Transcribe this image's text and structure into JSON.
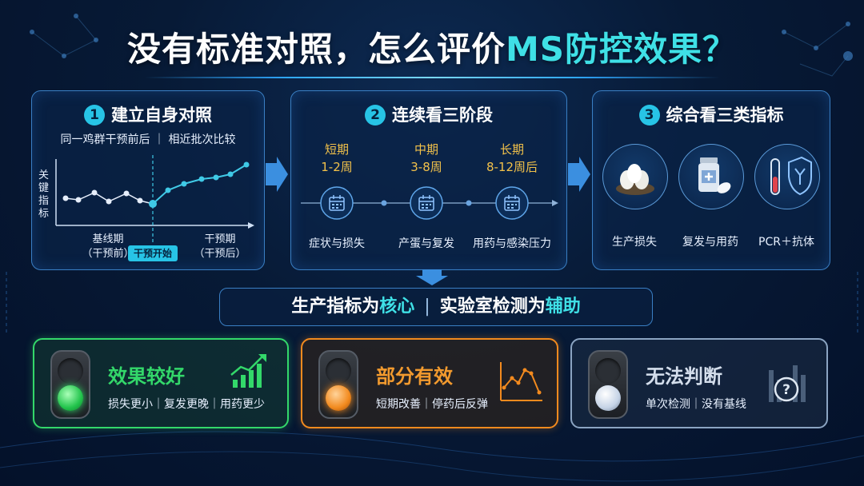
{
  "title": {
    "main": "没有标准对照，怎么评价",
    "highlight": "MS防控效果？"
  },
  "panel1": {
    "num": "1",
    "heading": "建立自身对照",
    "subtitle": "同一鸡群干预前后 ｜ 相近批次比较",
    "ylabel": [
      "关",
      "键",
      "指",
      "标"
    ],
    "base_label": "基线期",
    "base_sub": "（干预前）",
    "intervene_label": "干预期",
    "intervene_sub": "（干预后）",
    "start_tag": "干预开始"
  },
  "panel2": {
    "num": "2",
    "heading": "连续看三阶段",
    "stages": [
      {
        "name": "短期",
        "range": "1-2周",
        "focus": "症状与损失"
      },
      {
        "name": "中期",
        "range": "3-8周",
        "focus": "产蛋与复发"
      },
      {
        "name": "长期",
        "range": "8-12周后",
        "focus": "用药与感染压力"
      }
    ]
  },
  "panel3": {
    "num": "3",
    "heading": "综合看三类指标",
    "items": [
      {
        "label": "生产损失",
        "icon": "eggs-icon"
      },
      {
        "label": "复发与用药",
        "icon": "medicine-icon"
      },
      {
        "label": "PCR＋抗体",
        "icon": "test-tube-shield-icon"
      }
    ]
  },
  "band": {
    "part1": "生产指标为",
    "core": "核心",
    "sep": "|",
    "part2": "实验室检测为",
    "aux": "辅助"
  },
  "results": [
    {
      "title": "效果较好",
      "desc": "损失更小｜复发更晚｜用药更少",
      "color": "#33d86a",
      "icon": "trend-up-icon"
    },
    {
      "title": "部分有效",
      "desc": "短期改善｜停药后反弹",
      "color": "#f28a1e",
      "icon": "rebound-chart-icon"
    },
    {
      "title": "无法判断",
      "desc": "单次检测｜没有基线",
      "color": "#c5d3e6",
      "icon": "question-chart-icon"
    }
  ]
}
